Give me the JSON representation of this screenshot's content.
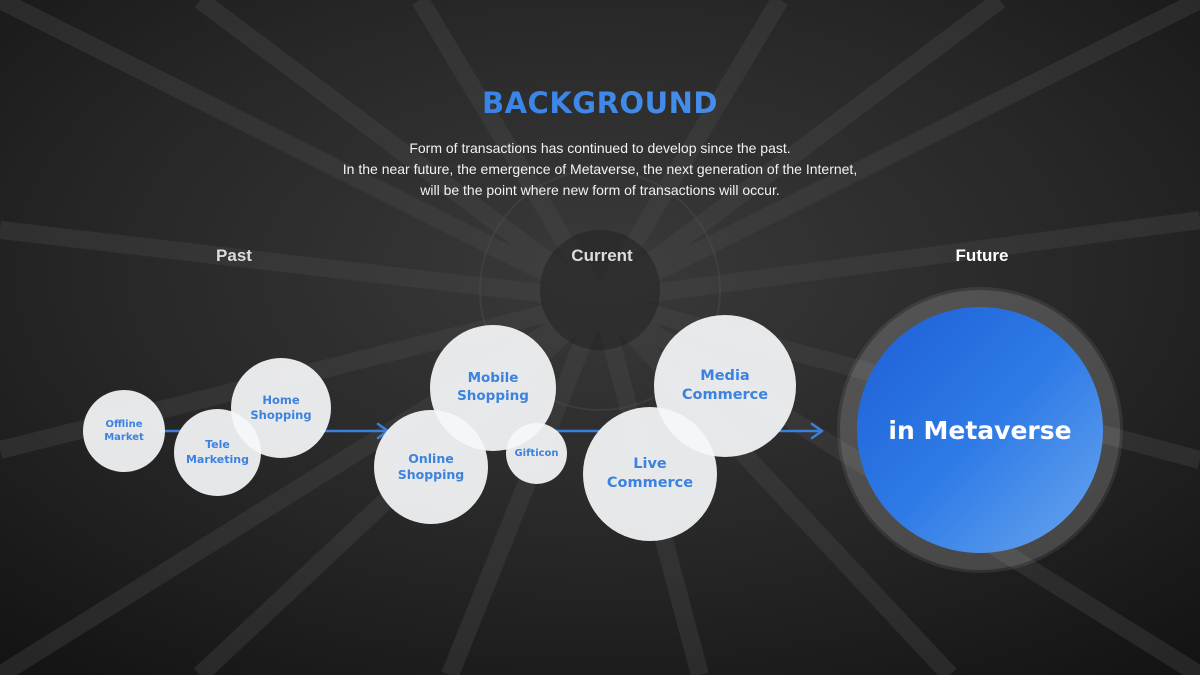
{
  "header": {
    "title": "BACKGROUND",
    "description_lines": [
      "Form of transactions has continued to develop since the past.",
      "In the near future, the emergence of Metaverse, the next generation of the Internet,",
      "will be the point where new form of transactions will occur."
    ]
  },
  "eras": {
    "past": "Past",
    "current": "Current",
    "future": "Future"
  },
  "circles": {
    "offline_market": "Offline Market",
    "tele_marketing": "Tele Marketing",
    "home_shopping": "Home Shopping",
    "online_shopping": "Online Shopping",
    "mobile_shopping": "Mobile Shopping",
    "gifticon": "Gifticon",
    "live_commerce": "Live Commerce",
    "media_commerce": "Media Commerce",
    "metaverse": "in Metaverse"
  },
  "colors": {
    "accent": "#2f7fe6",
    "circle_text": "#3c82df",
    "arrow": "#3a7fdc",
    "background": "#1b1b1b"
  },
  "icons": {
    "arrows": "arrow-right-icon"
  }
}
